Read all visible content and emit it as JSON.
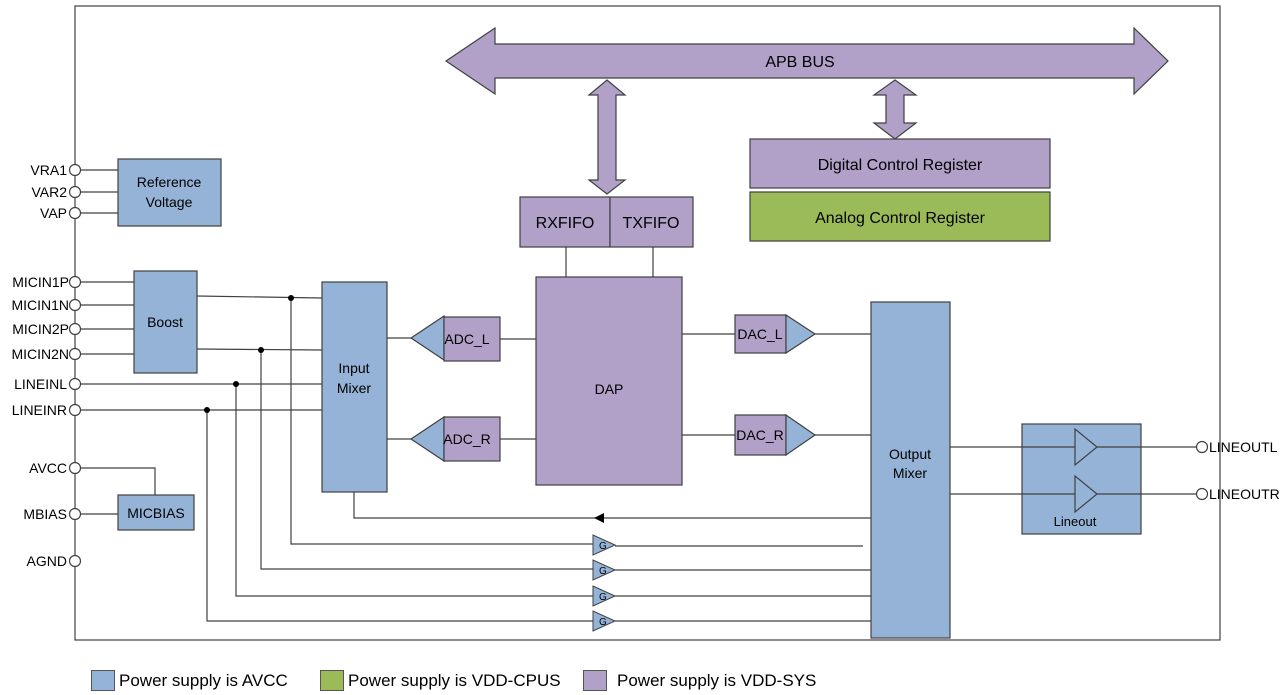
{
  "apb_bus": {
    "label": "APB BUS"
  },
  "registers": {
    "digital": "Digital Control Register",
    "analog": "Analog Control Register"
  },
  "fifo": {
    "rx": "RXFIFO",
    "tx": "TXFIFO"
  },
  "blocks": {
    "reference_voltage": [
      "Reference",
      "Voltage"
    ],
    "boost": "Boost",
    "input_mixer": [
      "Input",
      "Mixer"
    ],
    "adc_l": "ADC_L",
    "adc_r": "ADC_R",
    "dap": "DAP",
    "dac_l": "DAC_L",
    "dac_r": "DAC_R",
    "output_mixer": [
      "Output",
      "Mixer"
    ],
    "lineout": "Lineout",
    "micbias": "MICBIAS",
    "gain": "G"
  },
  "pins_left": [
    "VRA1",
    "VAR2",
    "VAP",
    "MICIN1P",
    "MICIN1N",
    "MICIN2P",
    "MICIN2N",
    "LINEINL",
    "LINEINR",
    "AVCC",
    "MBIAS",
    "AGND"
  ],
  "pins_right": [
    "LINEOUTL",
    "LINEOUTR"
  ],
  "legend": [
    {
      "label": "Power supply is AVCC",
      "color": "#95B3D7"
    },
    {
      "label": "Power supply is VDD-CPUS",
      "color": "#9BBB59"
    },
    {
      "label": "Power supply is VDD-SYS",
      "color": "#B1A0C7"
    }
  ],
  "colors": {
    "blue": "#95B3D7",
    "green": "#9BBB59",
    "purple": "#B1A0C7",
    "stroke": "#404040"
  }
}
